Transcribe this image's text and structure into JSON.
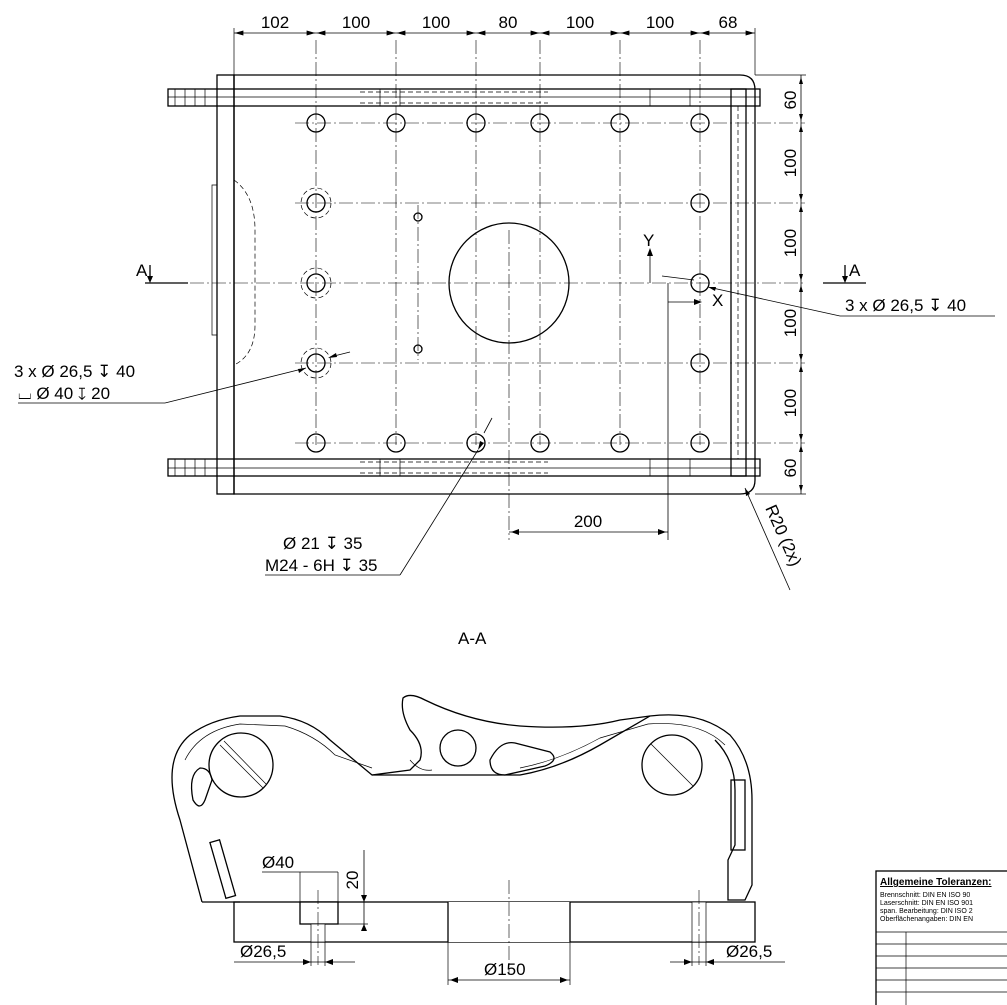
{
  "top_dims": [
    "102",
    "100",
    "100",
    "80",
    "100",
    "100",
    "68"
  ],
  "right_dims": [
    "60",
    "100",
    "100",
    "100",
    "100",
    "60"
  ],
  "section_marker": "A",
  "axis_y": "Y",
  "axis_x": "X",
  "callout_right": "3 x Ø 26,5 ↧ 40",
  "callout_left_1": "3 x Ø 26,5 ↧ 40",
  "callout_left_2": "⌴ Ø 40 ↧ 20",
  "callout_bottom_1": "Ø 21 ↧ 35",
  "callout_bottom_2": "M24 - 6H ↧ 35",
  "dim_200": "200",
  "radius_note": "R20 (2x)",
  "section_title": "A-A",
  "section_dims": {
    "d40": "Ø40",
    "h20": "20",
    "d26_left": "Ø26,5",
    "d150": "Ø150",
    "d26_right": "Ø26,5"
  },
  "title_block": {
    "heading": "Allgemeine Toleranzen:",
    "lines": [
      "Brennschnitt: DIN EN ISO 90",
      "Laserschnitt: DIN EN ISO 901",
      "span. Bearbeitung: DIN ISO 2",
      "Oberflächenangaben: DIN EN"
    ]
  }
}
